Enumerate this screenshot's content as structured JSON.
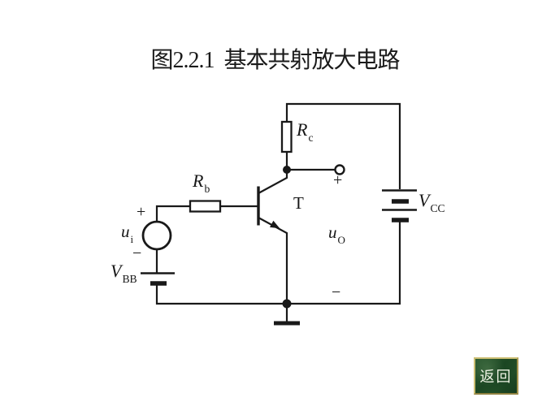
{
  "title": "图2.2.1  基本共射放大电路",
  "circuit": {
    "labels": {
      "rc": {
        "main": "R",
        "sub": "c"
      },
      "rb": {
        "main": "R",
        "sub": "b"
      },
      "transistor": "T",
      "ui": {
        "main": "u",
        "sub": "i"
      },
      "uo": {
        "main": "u",
        "sub": "O"
      },
      "vbb": {
        "main": "V",
        "sub": "BB"
      },
      "vcc": {
        "main": "V",
        "sub": "CC"
      },
      "input_plus": "+",
      "input_minus": "−",
      "output_plus": "+",
      "output_minus": "−"
    }
  },
  "colors": {
    "ink": "#191919",
    "background": "#ffffff",
    "button_background": "#1d4824",
    "button_border": "#cdbf74",
    "button_text": "#eef3e4"
  },
  "button": {
    "label": "返回"
  }
}
